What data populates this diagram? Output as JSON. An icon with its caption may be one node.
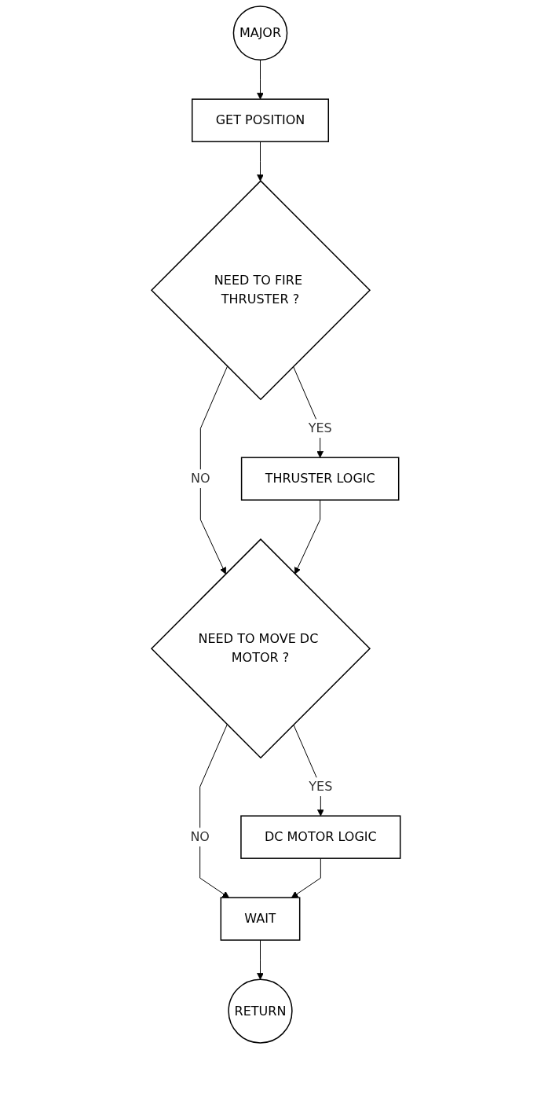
{
  "diagram": {
    "nodes": [
      {
        "text": [
          "MAJOR"
        ]
      },
      {
        "text": [
          "GET POSITION"
        ]
      },
      {
        "text": [
          "NEED TO FIRE THRUSTER ?"
        ]
      },
      {
        "text": [
          "THRUSTER LOGIC"
        ]
      },
      {
        "text": [
          "NEED TO MOVE DC MOTOR ?"
        ]
      },
      {
        "text": [
          "DC MOTOR LOGIC"
        ]
      },
      {
        "text": [
          "WAIT"
        ]
      },
      {
        "text": [
          "RETURN"
        ]
      }
    ],
    "edges": [
      {
        "from": 0,
        "to": 1,
        "arrow": "to"
      },
      {
        "from": 1,
        "to": 2,
        "arrow": "to"
      },
      {
        "from": 2,
        "to": 3,
        "label": "YES",
        "arrow": "to"
      },
      {
        "from": 2,
        "to": 4,
        "label": "NO",
        "arrow": "to"
      },
      {
        "from": 3,
        "to": 4,
        "arrow": "to"
      },
      {
        "from": 4,
        "to": 5,
        "label": "YES",
        "arrow": "to"
      },
      {
        "from": 4,
        "to": 6,
        "label": "NO",
        "arrow": "to"
      },
      {
        "from": 5,
        "to": 6,
        "arrow": "to"
      },
      {
        "from": 6,
        "to": 7,
        "arrow": "to"
      }
    ]
  }
}
